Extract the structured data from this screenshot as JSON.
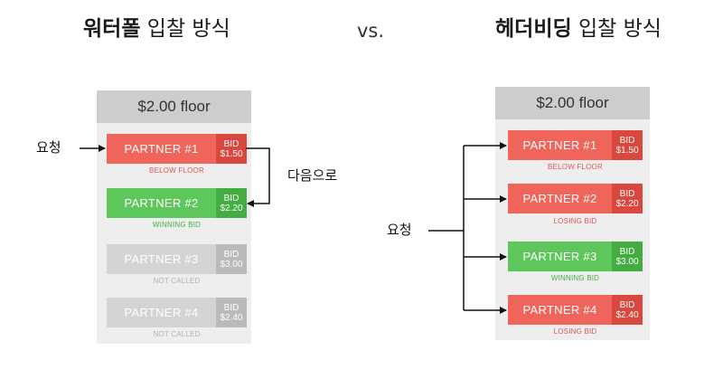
{
  "left": {
    "title_bold": "워터폴",
    "title_rest": "입찰 방식",
    "floor": "$2.00 floor",
    "request_label": "요청",
    "next_label": "다음으로",
    "partners": [
      {
        "name": "PARTNER #1",
        "bid_label": "BID",
        "bid": "$1.50",
        "status": "BELOW FLOOR",
        "state": "red"
      },
      {
        "name": "PARTNER #2",
        "bid_label": "BID",
        "bid": "$2.20",
        "status": "WINNING BID",
        "state": "green"
      },
      {
        "name": "PARTNER #3",
        "bid_label": "BID",
        "bid": "$3.00",
        "status": "NOT CALLED",
        "state": "gray"
      },
      {
        "name": "PARTNER #4",
        "bid_label": "BID",
        "bid": "$2.40",
        "status": "NOT CALLED",
        "state": "gray"
      }
    ]
  },
  "vs": "vs.",
  "right": {
    "title_bold": "헤더비딩",
    "title_rest": "입찰 방식",
    "floor": "$2.00 floor",
    "request_label": "요청",
    "partners": [
      {
        "name": "PARTNER #1",
        "bid_label": "BID",
        "bid": "$1.50",
        "status": "BELOW FLOOR",
        "state": "red"
      },
      {
        "name": "PARTNER #2",
        "bid_label": "BID",
        "bid": "$2.20",
        "status": "LOSING BID",
        "state": "red"
      },
      {
        "name": "PARTNER #3",
        "bid_label": "BID",
        "bid": "$3.00",
        "status": "WINNING BID",
        "state": "green"
      },
      {
        "name": "PARTNER #4",
        "bid_label": "BID",
        "bid": "$2.40",
        "status": "LOSING BID",
        "state": "red"
      }
    ]
  }
}
